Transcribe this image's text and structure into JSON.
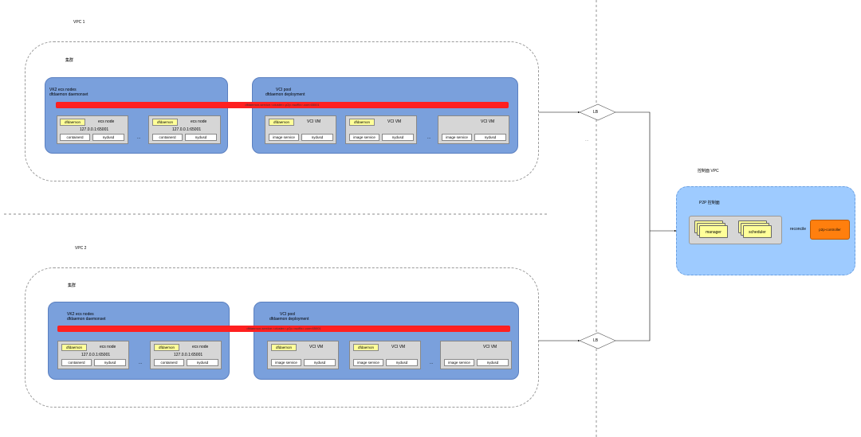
{
  "vpc1": {
    "label": "VPC 1",
    "cluster_label": "集群",
    "vk_panel": {
      "title1": "VK2 ecs nodes",
      "title2": "dfdaemon daemonset"
    },
    "vci_panel": {
      "title1": "VCI pool",
      "title2": "dfdaemon deployment"
    },
    "service_bar": "dfdaemon-service.<cluster>-p2p.<suffix>.com:65001",
    "ecs_nodes": [
      {
        "title": "ecs node",
        "daemon": "dfdaemon",
        "addr": "127.0.0.1:65001",
        "left": "containerd",
        "right": "nydusd"
      },
      {
        "title": "ecs node",
        "daemon": "dfdaemon",
        "addr": "127.0.0.1:65001",
        "left": "containerd",
        "right": "nydusd"
      }
    ],
    "ellipsis": "...",
    "vci_vms": [
      {
        "title": "VCI VM",
        "daemon": "dfdaemon",
        "left": "image service",
        "right": "nydusd"
      },
      {
        "title": "VCI VM",
        "daemon": "dfdaemon",
        "left": "image service",
        "right": "nydusd"
      },
      {
        "title": "VCI VM",
        "daemon": "",
        "left": "image service",
        "right": "nydusd"
      }
    ]
  },
  "vpc2": {
    "label": "VPC 2",
    "cluster_label": "集群",
    "vk_panel": {
      "title1": "VK2 ecs nodes",
      "title2": "dfdaemon daemonset"
    },
    "vci_panel": {
      "title1": "VCI pool",
      "title2": "dfdaemon deployment"
    },
    "service_bar": "dfdaemon-service.<cluster>-p2p.<suffix>.com:65001",
    "ecs_nodes": [
      {
        "title": "ecs node",
        "daemon": "dfdaemon",
        "addr": "127.0.0.1:65001",
        "left": "containerd",
        "right": "nydusd"
      },
      {
        "title": "ecs node",
        "daemon": "dfdaemon",
        "addr": "127.0.0.1:65001",
        "left": "containerd",
        "right": "nydusd"
      }
    ],
    "ellipsis": "...",
    "vci_vms": [
      {
        "title": "VCI VM",
        "daemon": "dfdaemon",
        "left": "image service",
        "right": "nydusd"
      },
      {
        "title": "VCI VM",
        "daemon": "dfdaemon",
        "left": "image service",
        "right": "nydusd"
      },
      {
        "title": "VCI VM",
        "daemon": "",
        "left": "image service",
        "right": "nydusd"
      }
    ]
  },
  "lb1": "LB",
  "lb2": "LB",
  "lb_ellipsis": "...",
  "control": {
    "vpc_label": "控制面 VPC",
    "panel_title": "P2P 控制面",
    "manager": "manager",
    "scheduler": "scheduler",
    "reconcile": "reconcile",
    "controller": "p2p-controller"
  },
  "colors": {
    "blue_panel": "#7aa0dc",
    "red_bar": "#ff2020",
    "yellow": "#ffff99",
    "orange": "#ff7f0e",
    "ctrl_vpc": "#9ecbff"
  }
}
